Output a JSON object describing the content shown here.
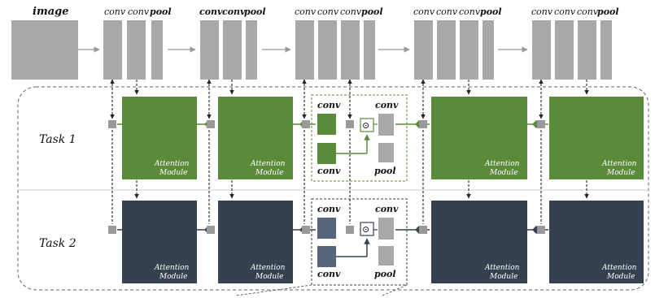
{
  "labels": {
    "image": "image",
    "conv": "conv",
    "pool": "pool",
    "task1": "Task 1",
    "task2": "Task 2",
    "attention_module_line1": "Attention",
    "attention_module_line2": "Module",
    "dot_symbol": "⊙"
  },
  "colors": {
    "backbone": "#a9a9a9",
    "task1": "#5b8a3a",
    "task2": "#36414f",
    "line": "#555555"
  }
}
